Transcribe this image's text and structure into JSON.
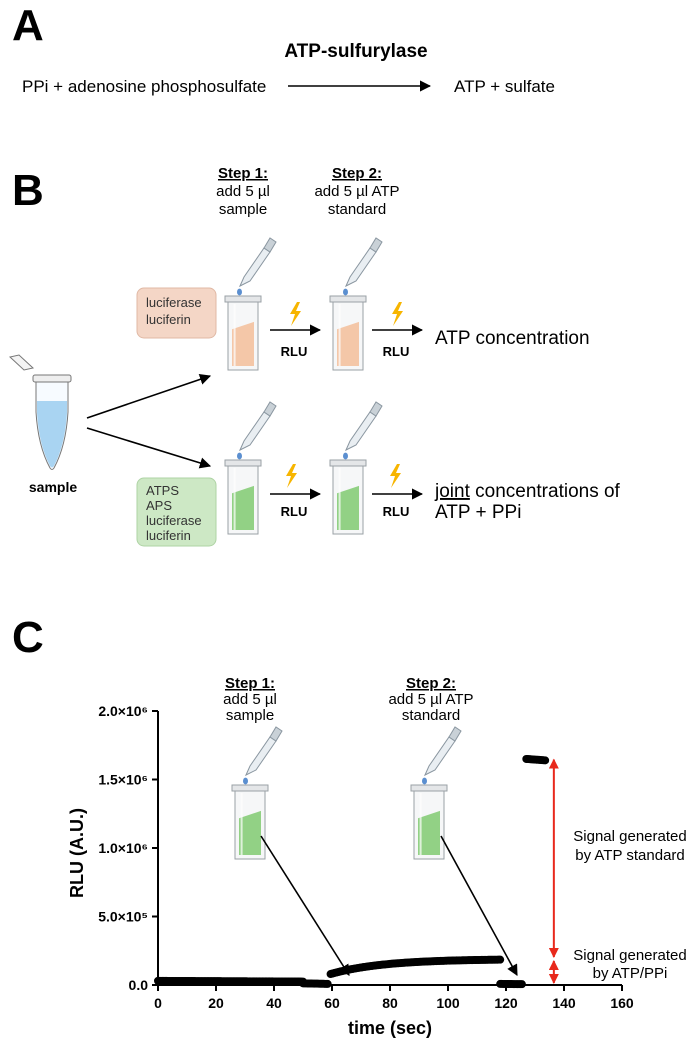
{
  "panels": {
    "a": "A",
    "b": "B",
    "c": "C"
  },
  "reaction": {
    "enzyme": "ATP-sulfurylase",
    "substrates": "PPi + adenosine phosphosulfate",
    "products": "ATP + sulfate"
  },
  "steps": {
    "step1_title": "Step 1:",
    "step1_line1": "add 5 µl",
    "step1_line2": "sample",
    "step2_title": "Step 2:",
    "step2_line1": "add 5 µl ATP",
    "step2_line2": "standard"
  },
  "workflow": {
    "rlu": "RLU",
    "sample_label": "sample",
    "top_mix": [
      "luciferase",
      "luciferin"
    ],
    "bottom_mix": [
      "ATPS",
      "APS",
      "luciferase",
      "luciferin"
    ],
    "top_result": "ATP concentration",
    "bottom_result_underlined": "joint",
    "bottom_result_rest": " concentrations of",
    "bottom_result_line2": "ATP + PPi"
  },
  "colors": {
    "top_fill": "#f3c4a3",
    "bottom_fill": "#8ccf7e",
    "top_box": "#f4d6c6",
    "bottom_box": "#cde8c5",
    "tube_liquid": "#a9d4f2",
    "bolt": "#f7b500",
    "signal_arrow": "#e8291c",
    "points": "#000000"
  },
  "annotations": {
    "atp_standard_1": "Signal generated",
    "atp_standard_2": "by ATP standard",
    "atp_ppi_1": "Signal generated",
    "atp_ppi_2": "by ATP/PPi"
  },
  "chart_data": {
    "type": "scatter",
    "xlabel": "time (sec)",
    "ylabel": "RLU (A.U.)",
    "xlim": [
      0,
      160
    ],
    "ylim": [
      0,
      2000000
    ],
    "xticks": [
      "0",
      "20",
      "40",
      "60",
      "80",
      "100",
      "120",
      "140",
      "160"
    ],
    "yticks": [
      "0.0",
      "5.0×10⁵",
      "1.0×10⁶",
      "1.5×10⁶",
      "2.0×10⁶"
    ],
    "segments": [
      {
        "x_start": 0,
        "x_end": 50,
        "y_start": 30000,
        "y_end": 25000
      },
      {
        "x_start": 50,
        "x_end": 58.5,
        "y_start": 12000,
        "y_end": 8000
      },
      {
        "x_start": 59.5,
        "x_end": 118,
        "y_start": 80000,
        "y_end": 185000,
        "shape": "saturating"
      },
      {
        "x_start": 118,
        "x_end": 125.5,
        "y_start": 8000,
        "y_end": 6000
      },
      {
        "x_start": 127,
        "x_end": 133.5,
        "y_start": 1650000,
        "y_end": 1640000
      }
    ],
    "signal_arrow": {
      "x": 136.5,
      "y_low": 0,
      "y_mid": 190000,
      "y_high": 1660000
    }
  }
}
